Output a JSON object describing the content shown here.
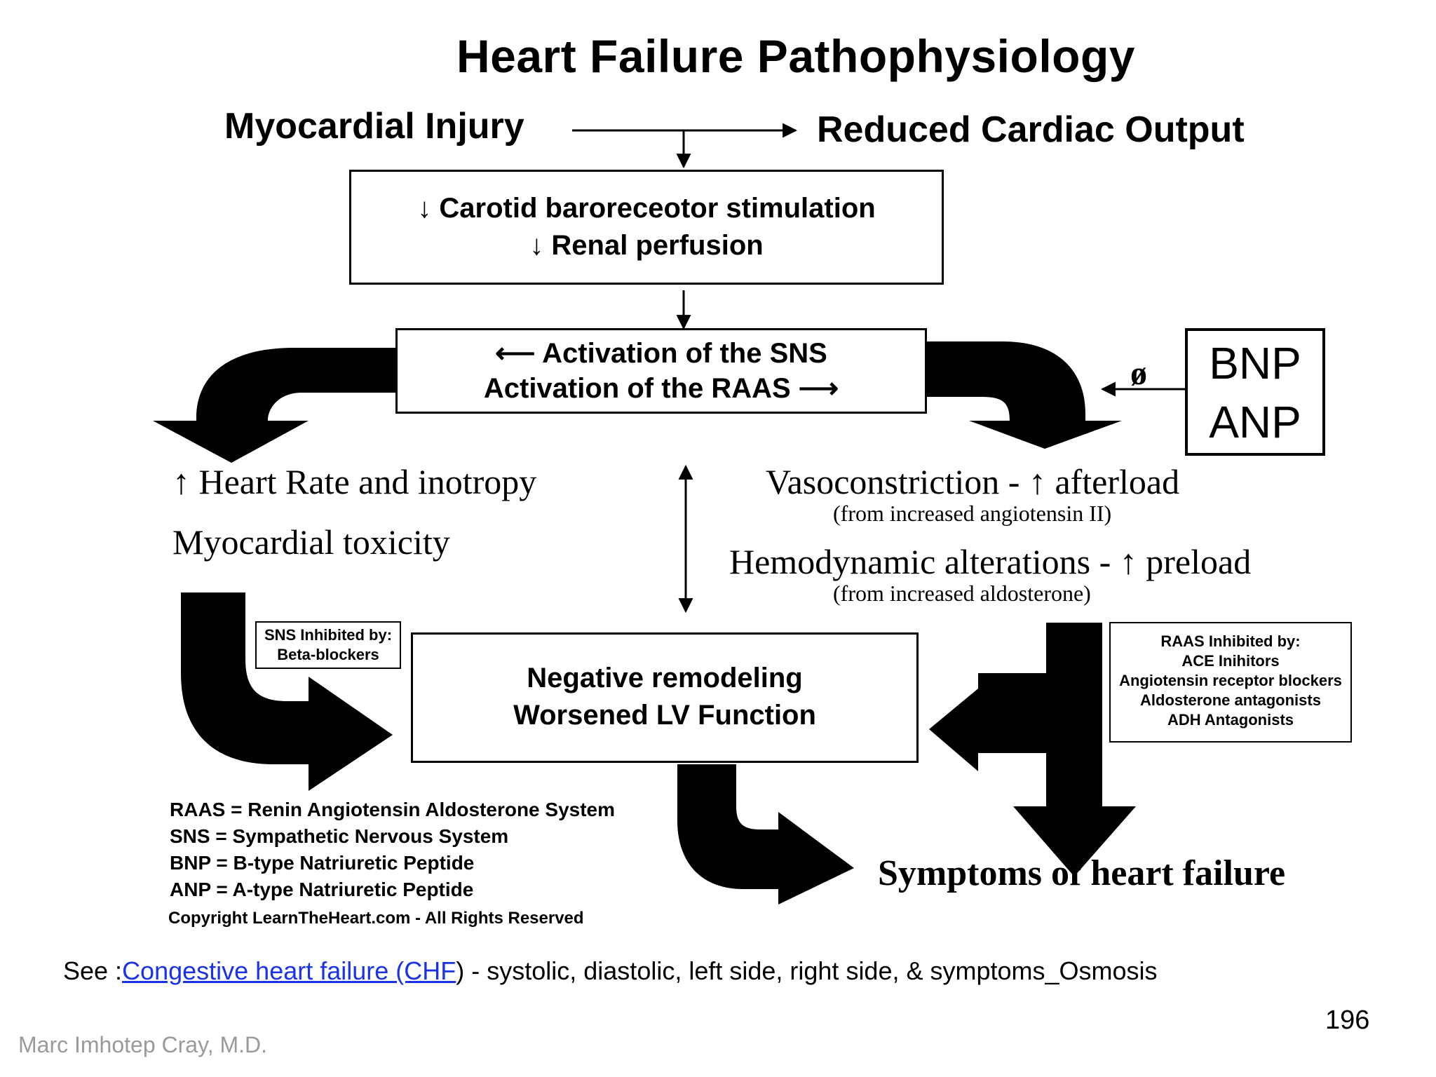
{
  "title": "Heart Failure Pathophysiology",
  "top_row": {
    "left": "Myocardial Injury",
    "right": "Reduced Cardiac Output"
  },
  "box1": {
    "line1": "Carotid baroreceotor stimulation",
    "line2": "Renal perfusion"
  },
  "box2": {
    "line1": "Activation of the SNS",
    "line2": "Activation of the RAAS"
  },
  "natriuretic": {
    "inhibit_symbol": "ø",
    "line1": "BNP",
    "line2": "ANP"
  },
  "left_effects": {
    "line1": "Heart Rate and inotropy",
    "line2": "Myocardial toxicity"
  },
  "right_effects": {
    "vaso": "Vasoconstriction - ",
    "vaso_tail": " afterload",
    "vaso_sub": "(from increased angiotensin II)",
    "hemo": "Hemodynamic alterations - ",
    "hemo_tail": " preload",
    "hemo_sub": "(from increased aldosterone)"
  },
  "sns_inhibit": {
    "line1": "SNS Inhibited by:",
    "line2": "Beta-blockers"
  },
  "raas_inhibit": {
    "line1": "RAAS Inhibited by:",
    "line2": "ACE Inihitors",
    "line3": "Angiotensin receptor blockers",
    "line4": "Aldosterone antagonists",
    "line5": "ADH Antagonists"
  },
  "remodel": {
    "line1": "Negative remodeling",
    "line2": "Worsened LV Function"
  },
  "outcome": "Symptoms of heart failure",
  "legend": [
    "RAAS = Renin Angiotensin Aldosterone System",
    "SNS = Sympathetic Nervous System",
    "BNP = B-type Natriuretic Peptide",
    "ANP = A-type Natriuretic Peptide"
  ],
  "copyright": "Copyright LearnTheHeart.com - All Rights Reserved",
  "footer": {
    "prefix": "See :",
    "link_text": "Congestive heart failure (CHF",
    "suffix": ") - systolic, diastolic, left side, right side, & symptoms_Osmosis"
  },
  "page_number": "196",
  "author": "Marc Imhotep Cray, M.D."
}
